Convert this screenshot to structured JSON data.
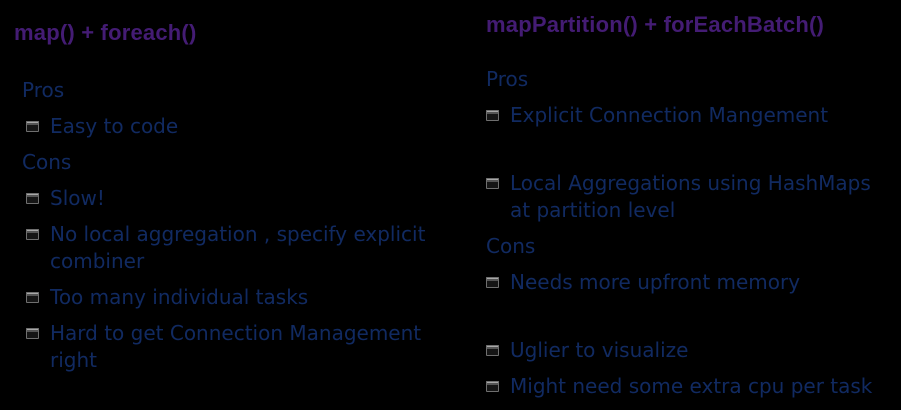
{
  "colors": {
    "background": "#000000",
    "title_accent": "#441c74",
    "body_text": "#112a61",
    "bullet_highlight": "#a8a8a8"
  },
  "left": {
    "title": "map() + foreach()",
    "sections": [
      {
        "label": "Pros",
        "items": [
          "Easy to code"
        ]
      },
      {
        "label": "Cons",
        "items": [
          "Slow!",
          "No local aggregation , specify explicit\ncombiner",
          "Too many individual tasks",
          "Hard to get Connection Management\nright"
        ]
      }
    ]
  },
  "right": {
    "title": "mapPartition() + forEachBatch()",
    "sections": [
      {
        "label": "Pros",
        "items": [
          "Explicit Connection Mangement",
          "Local Aggregations using HashMaps\nat partition level"
        ]
      },
      {
        "label": "Cons",
        "items": [
          "Needs more upfront memory",
          "Uglier to visualize",
          "Might need some extra cpu per task"
        ]
      }
    ]
  }
}
